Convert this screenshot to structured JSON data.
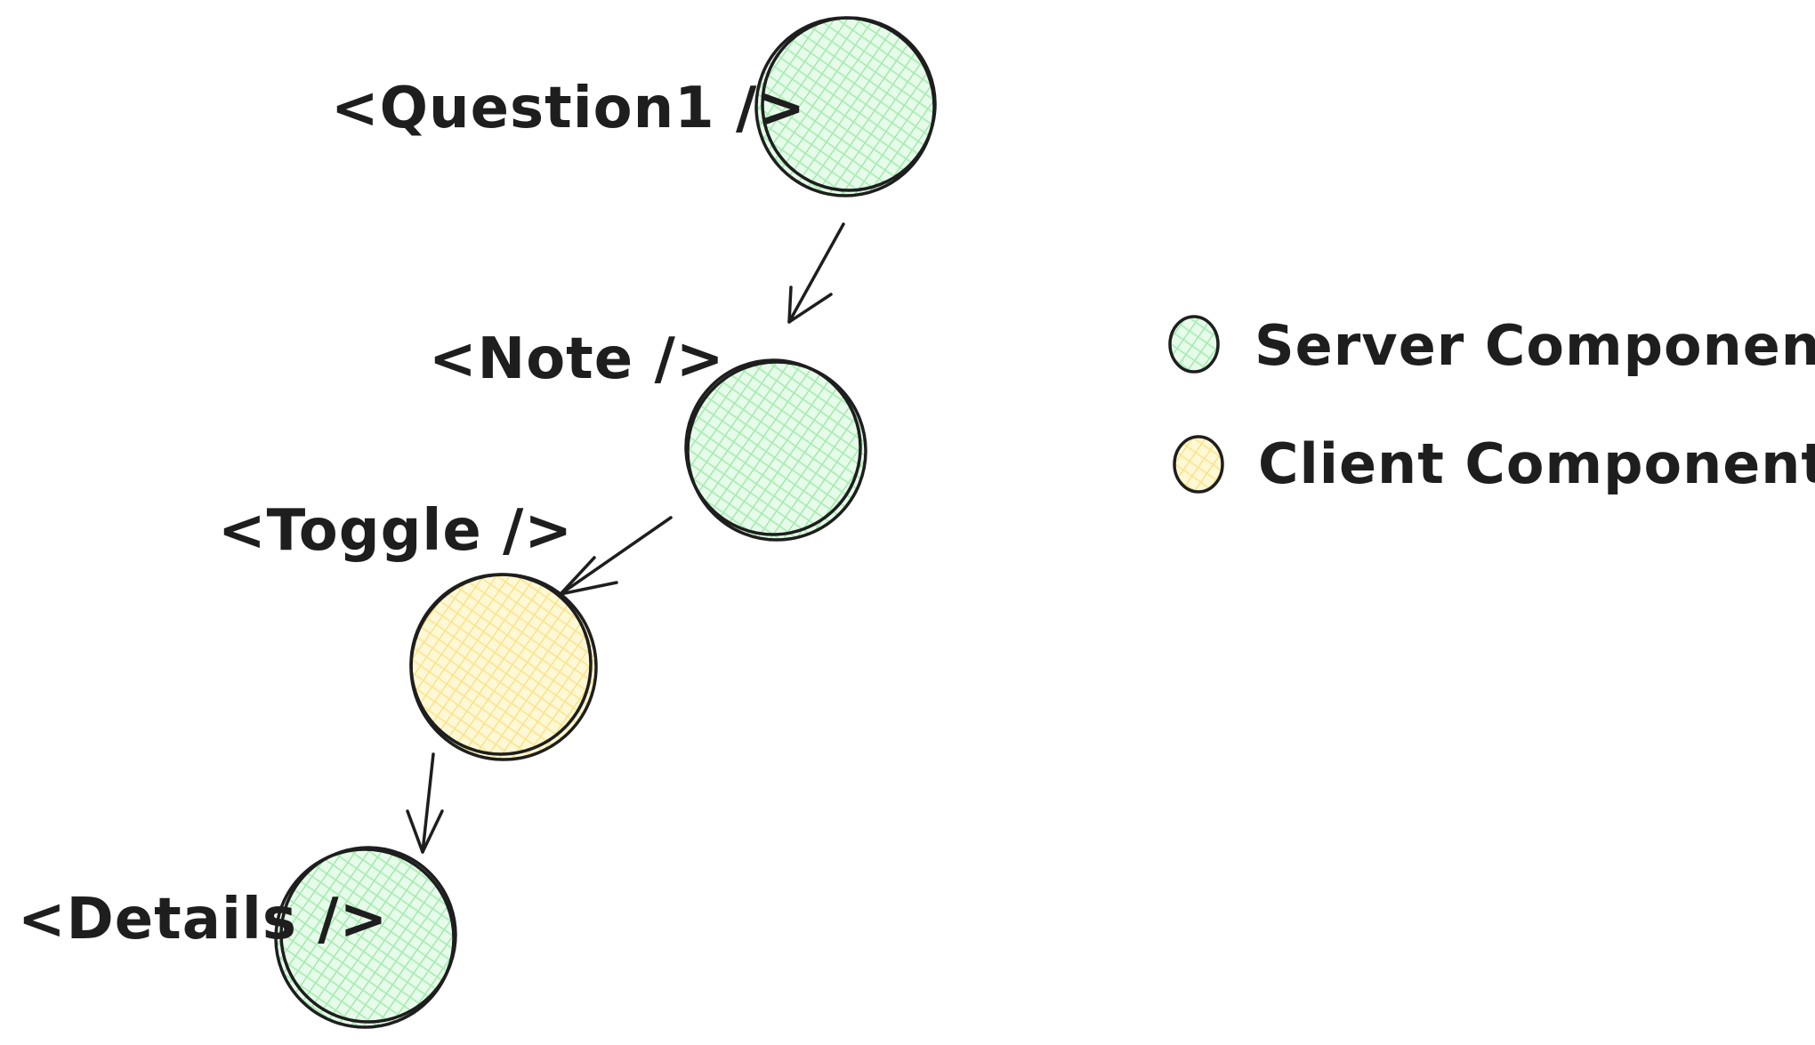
{
  "nodes": [
    {
      "id": "question1",
      "label": "<Question1 />",
      "kind": "server"
    },
    {
      "id": "note",
      "label": "<Note />",
      "kind": "server"
    },
    {
      "id": "toggle",
      "label": "<Toggle />",
      "kind": "client"
    },
    {
      "id": "details",
      "label": "<Details />",
      "kind": "server"
    }
  ],
  "edges": [
    {
      "from": "question1",
      "to": "note"
    },
    {
      "from": "note",
      "to": "toggle"
    },
    {
      "from": "toggle",
      "to": "details"
    }
  ],
  "legend": {
    "server": {
      "label": "Server Component"
    },
    "client": {
      "label": "Client Component"
    }
  },
  "colors": {
    "server": "#b2f2bb",
    "client": "#ffec99",
    "stroke": "#1e1e1e"
  }
}
